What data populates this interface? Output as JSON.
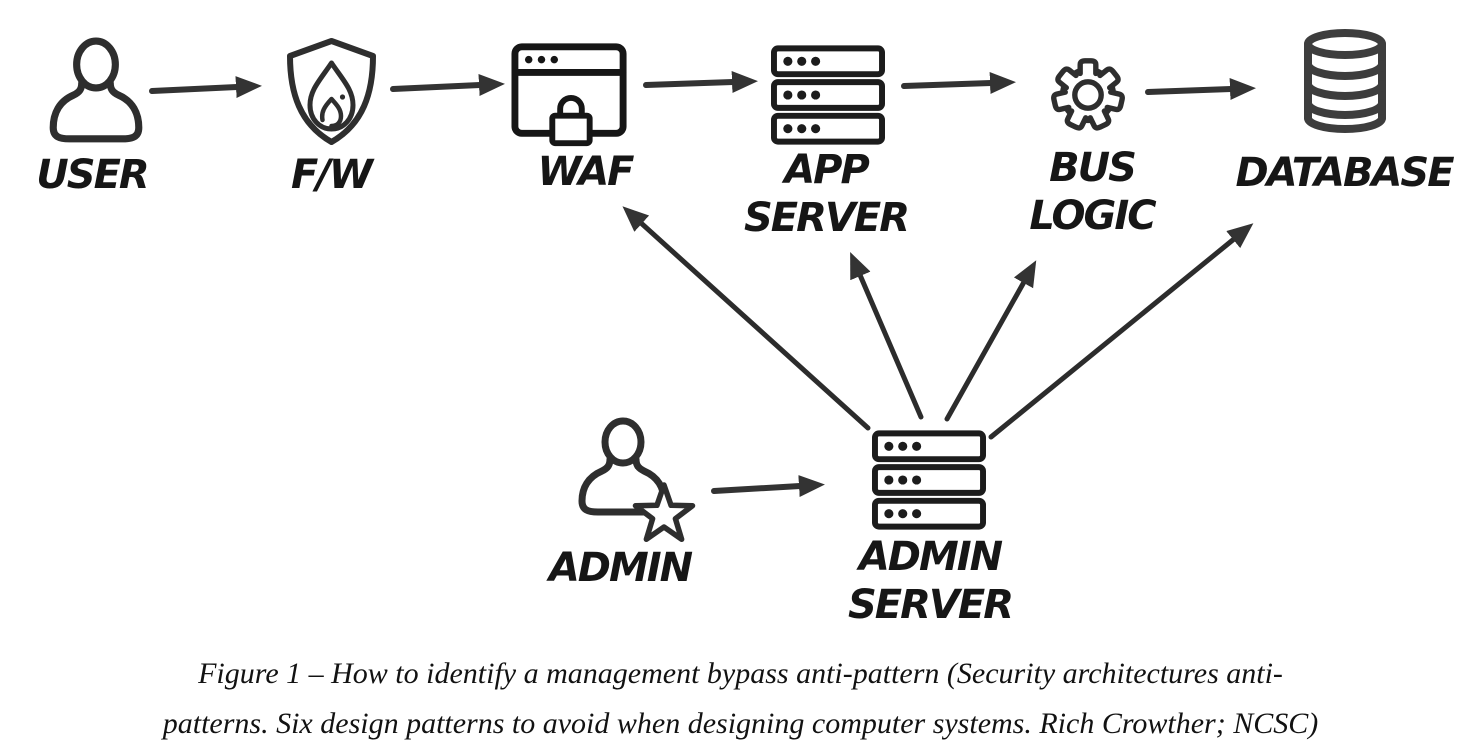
{
  "figure": {
    "nodes": {
      "user": {
        "label": "USER",
        "icon": "user-icon"
      },
      "firewall": {
        "label": "F/W",
        "icon": "firewall-shield-flame-icon"
      },
      "waf": {
        "label": "WAF",
        "icon": "web-app-lock-icon"
      },
      "app_server": {
        "label_line1": "APP",
        "label_line2": "SERVER",
        "icon": "server-stack-icon"
      },
      "bus_logic": {
        "label_line1": "BUS",
        "label_line2": "LOGIC",
        "icon": "gear-icon"
      },
      "database": {
        "label": "DATABASE",
        "icon": "database-icon"
      },
      "admin": {
        "label": "ADMIN",
        "icon": "admin-user-star-icon"
      },
      "admin_server": {
        "label_line1": "ADMIN",
        "label_line2": "SERVER",
        "icon": "server-stack-icon"
      }
    },
    "edges": [
      {
        "from": "USER",
        "to": "F/W"
      },
      {
        "from": "F/W",
        "to": "WAF"
      },
      {
        "from": "WAF",
        "to": "APP SERVER"
      },
      {
        "from": "APP SERVER",
        "to": "BUS LOGIC"
      },
      {
        "from": "BUS LOGIC",
        "to": "DATABASE"
      },
      {
        "from": "ADMIN",
        "to": "ADMIN SERVER"
      },
      {
        "from": "ADMIN SERVER",
        "to": "WAF"
      },
      {
        "from": "ADMIN SERVER",
        "to": "APP SERVER"
      },
      {
        "from": "ADMIN SERVER",
        "to": "BUS LOGIC"
      },
      {
        "from": "ADMIN SERVER",
        "to": "DATABASE"
      }
    ],
    "colors": {
      "icon_stroke": "#2e2e2e",
      "arrow": "#333333",
      "label": "#161616",
      "background": "#ffffff"
    }
  },
  "caption": {
    "line1": "Figure 1 – How to identify a management bypass anti-pattern (Security architectures anti-",
    "line2": "patterns. Six design patterns to avoid when designing computer systems. Rich Crowther; NCSC)"
  }
}
